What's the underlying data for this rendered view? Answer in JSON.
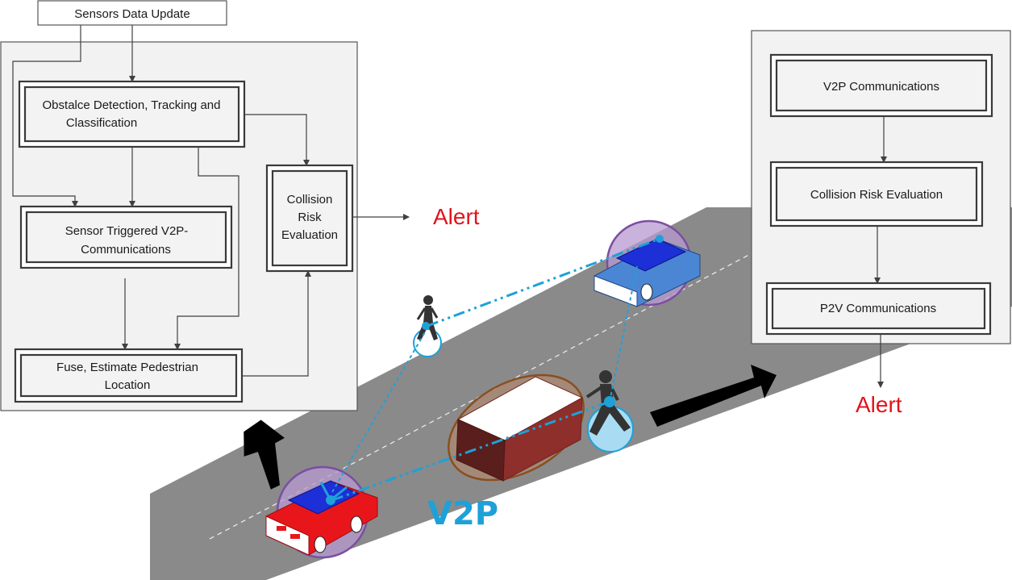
{
  "left_panel": {
    "sensors_update": "Sensors Data Update",
    "obstacle_detection_line1": "Obstalce Detection, Tracking and",
    "obstacle_detection_line2": "Classification",
    "sensor_triggered_line1": "Sensor Triggered V2P-",
    "sensor_triggered_line2": "Communications",
    "fuse_line1": "Fuse, Estimate Pedestrian",
    "fuse_line2": "Location",
    "collision_line1": "Collision",
    "collision_line2": "Risk",
    "collision_line3": "Evaluation",
    "alert": "Alert"
  },
  "right_panel": {
    "v2p_comms": "V2P Communications",
    "collision_eval": "Collision Risk Evaluation",
    "p2v_comms": "P2V Communications",
    "alert": "Alert"
  },
  "scene": {
    "v2p_label": "V2P"
  },
  "colors": {
    "alert": "#e3131b",
    "v2p_link": "#1ea1d8",
    "road": "#8a8a8a",
    "red_car": "#e8161b",
    "blue_car": "#4a86d4",
    "truck": "#8e2f2b"
  }
}
